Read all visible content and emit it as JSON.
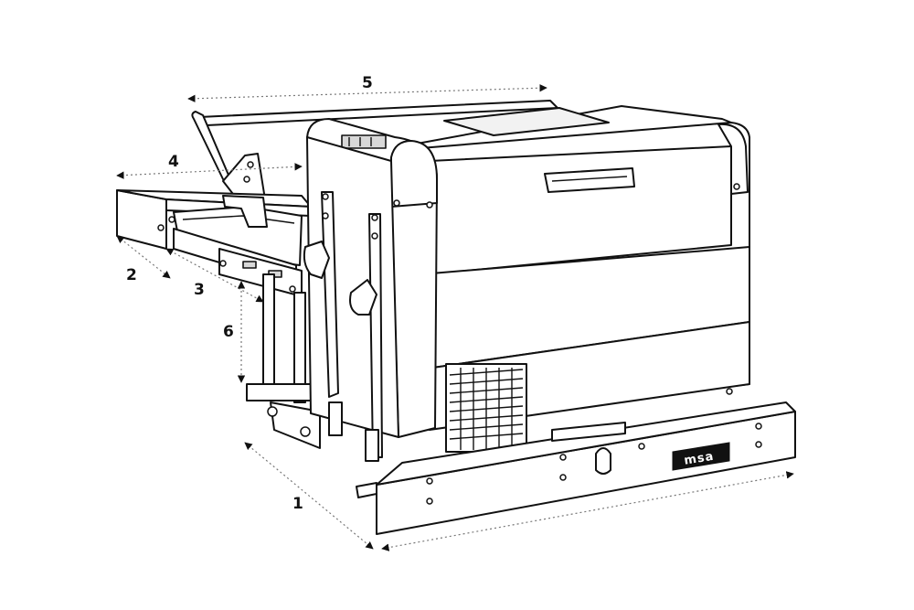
{
  "dimension_labels": [
    "5",
    "4",
    "2",
    "3",
    "6",
    "1"
  ],
  "brand_logo_text": "msa",
  "colors": {
    "line": "#111111",
    "dimension": "#777777",
    "background": "#ffffff"
  }
}
